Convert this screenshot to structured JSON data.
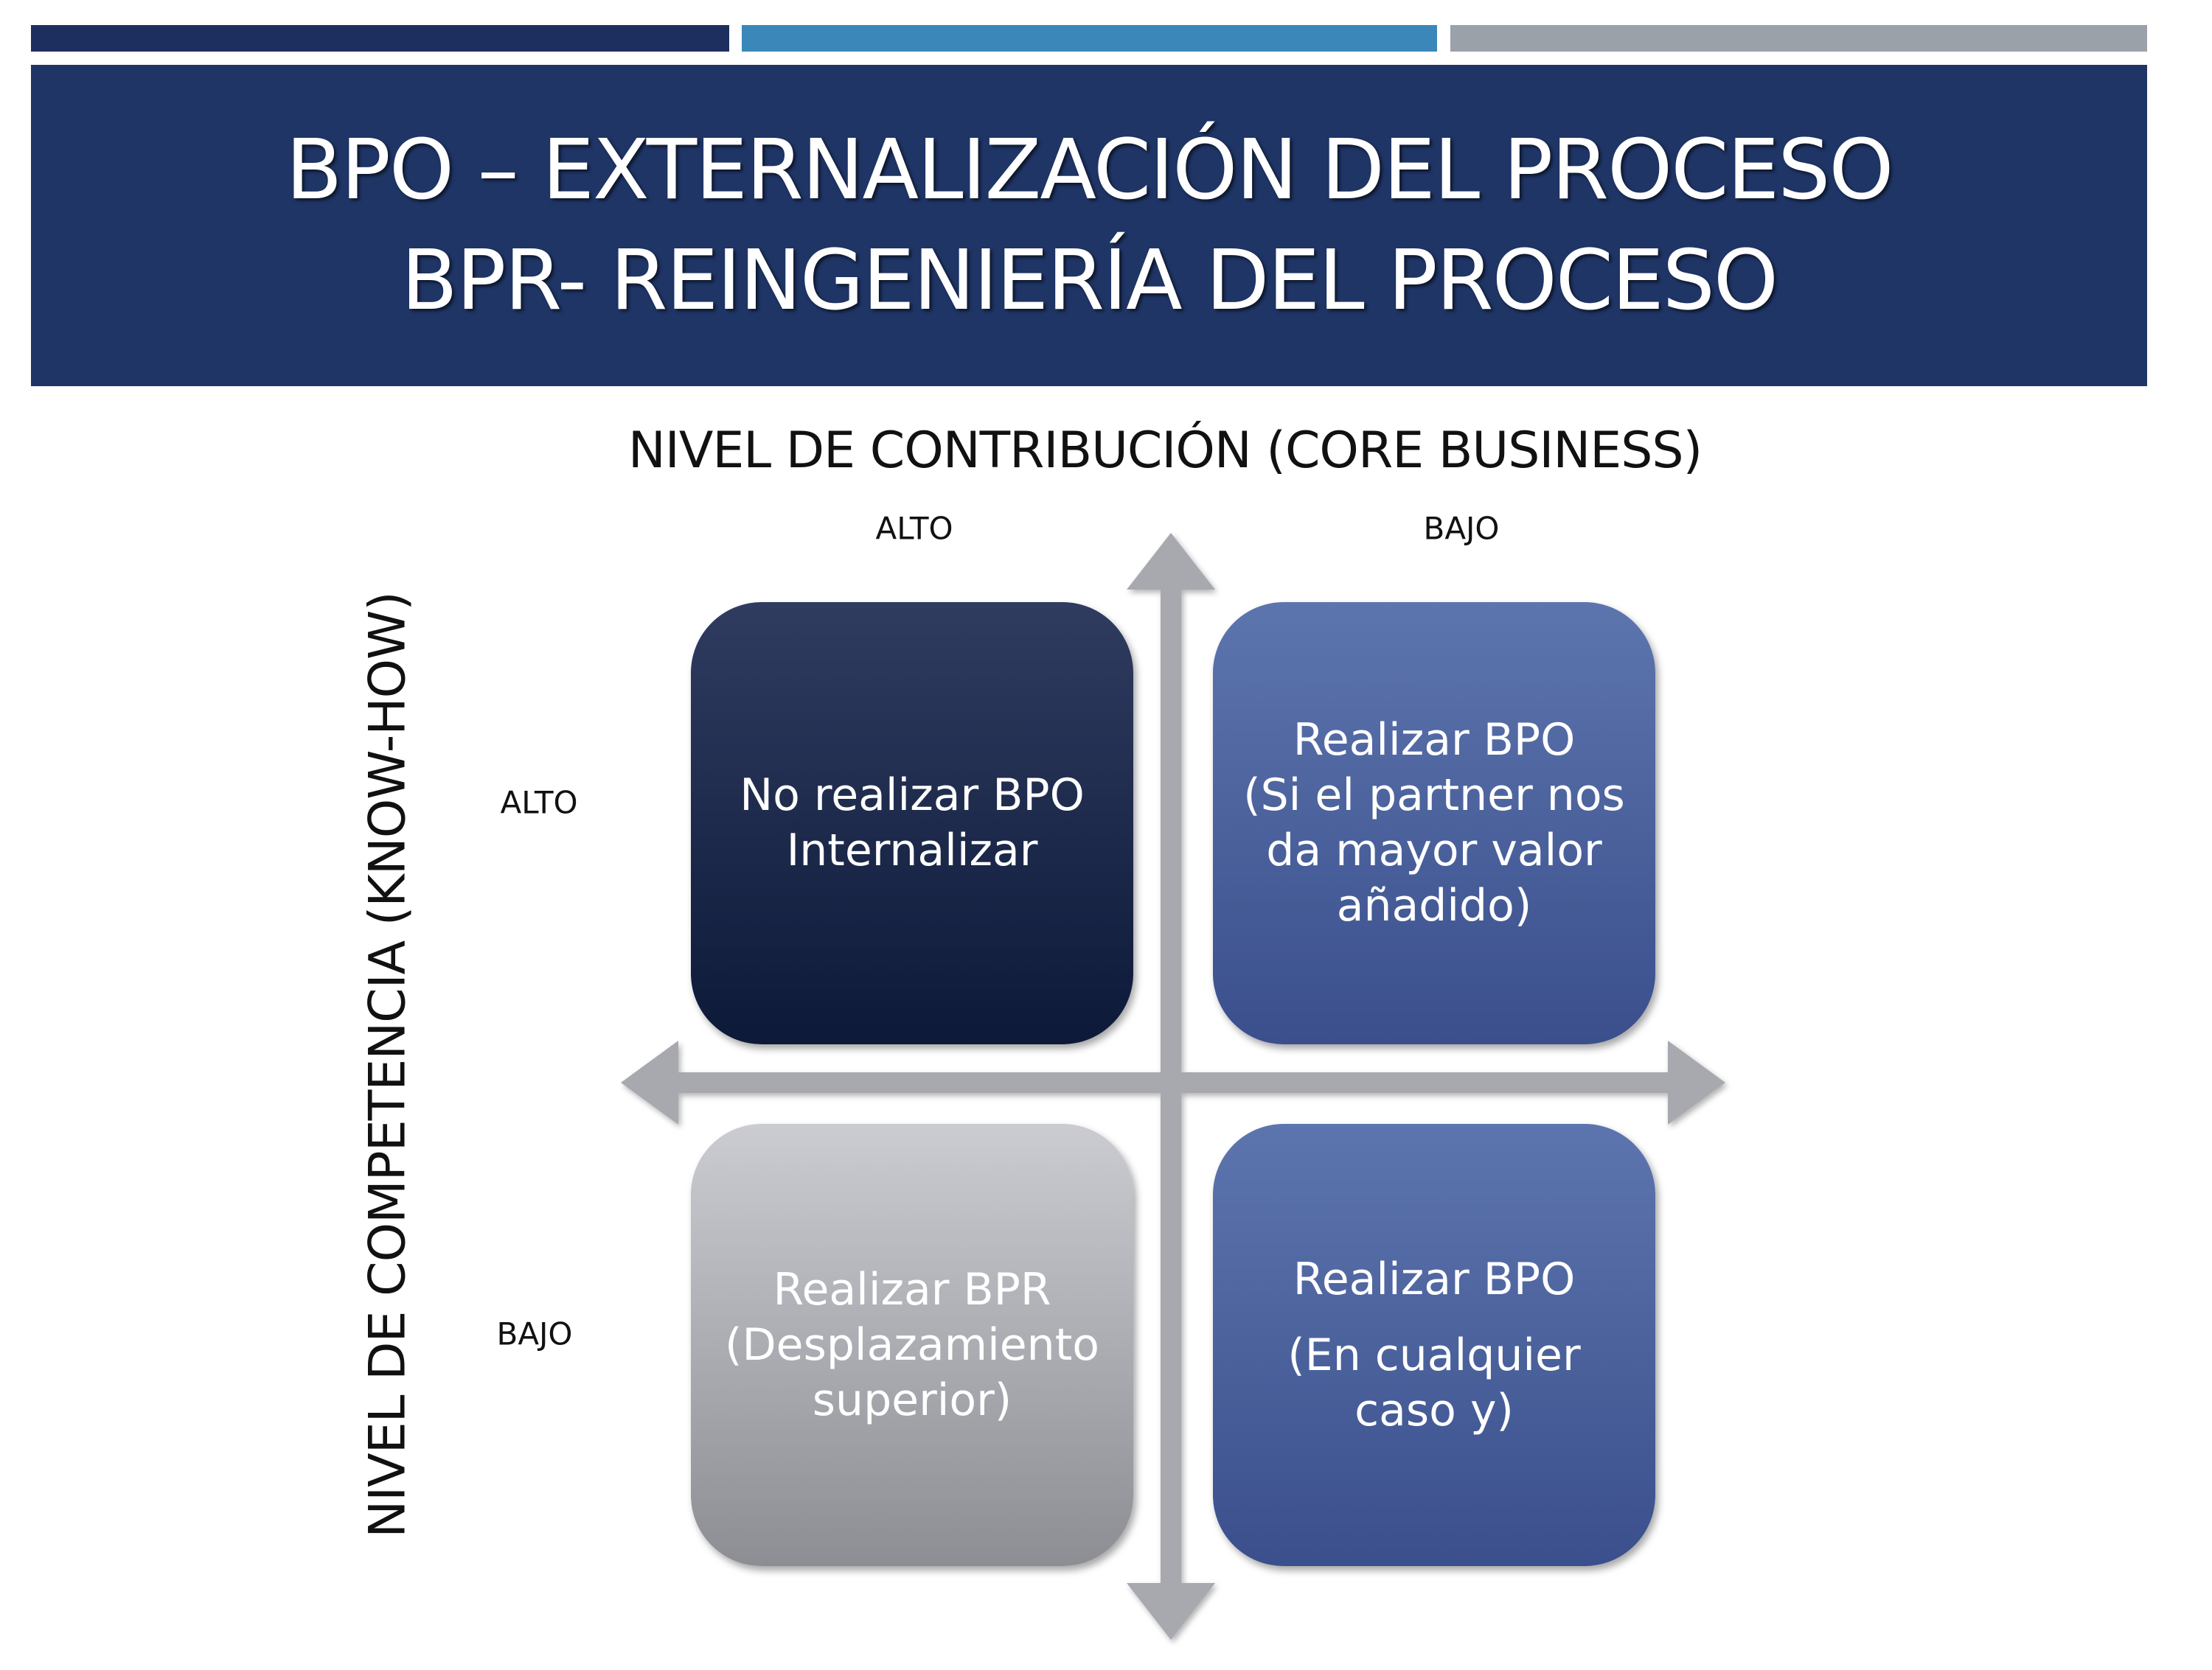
{
  "header": {
    "title_line1": "BPO – EXTERNALIZACIÓN DEL PROCESO",
    "title_line2": "BPR- REINGENIERÍA DEL PROCESO"
  },
  "colors": {
    "bar1": "#1c2f5e",
    "bar2": "#3b87b9",
    "bar3": "#9aa1a8",
    "header_bg": "#1f3566",
    "arrow": "#a7a9af"
  },
  "matrix": {
    "x_axis_title": "NIVEL DE CONTRIBUCIÓN (CORE BUSINESS)",
    "y_axis_title": "NIVEL DE COMPETENCIA (KNOW-HOW)",
    "x_labels": [
      "ALTO",
      "BAJO"
    ],
    "y_labels": [
      "ALTO",
      "BAJO"
    ],
    "quadrants": {
      "top_left": [
        "No realizar BPO",
        "Internalizar"
      ],
      "top_right": [
        "Realizar BPO",
        "(Si el partner nos",
        "da mayor valor",
        "añadido)"
      ],
      "bottom_left": [
        "Realizar BPR",
        "(Desplazamiento",
        "superior)"
      ],
      "bottom_right": [
        "Realizar BPO",
        "(En cualquier",
        "caso y)"
      ]
    }
  }
}
